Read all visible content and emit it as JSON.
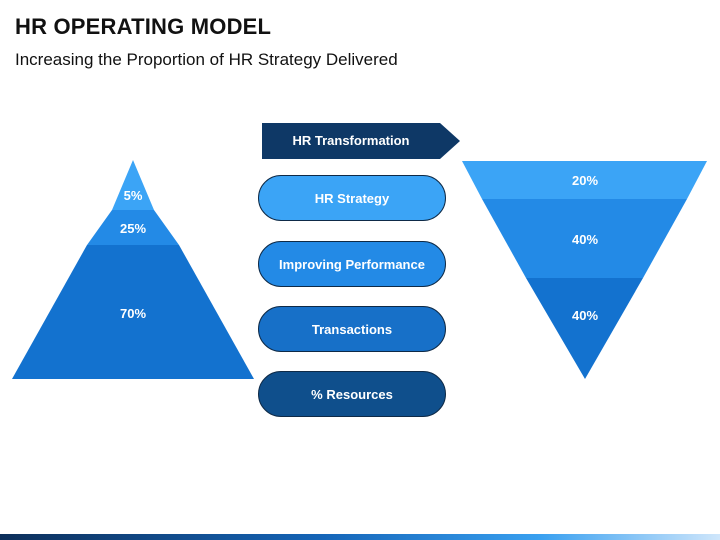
{
  "header": {
    "title": "HR OPERATING MODEL",
    "subtitle": "Increasing the Proportion of HR Strategy Delivered"
  },
  "left_pyramid": {
    "segments": [
      {
        "label": "5%",
        "color": "#3ba4f6"
      },
      {
        "label": "25%",
        "color": "#238ae6"
      },
      {
        "label": "70%",
        "color": "#1372cf"
      }
    ]
  },
  "center": {
    "banner": {
      "label": "HR Transformation",
      "color": "#0e3866"
    },
    "pills": [
      {
        "label": "HR Strategy",
        "color": "#3ba4f6"
      },
      {
        "label": "Improving Performance",
        "color": "#238ae6"
      },
      {
        "label": "Transactions",
        "color": "#1770c8"
      },
      {
        "label": "% Resources",
        "color": "#0f4f8c"
      }
    ]
  },
  "right_funnel": {
    "segments": [
      {
        "label": "20%",
        "color": "#3ba4f6"
      },
      {
        "label": "40%",
        "color": "#238ae6"
      },
      {
        "label": "40%",
        "color": "#1372cf"
      }
    ]
  }
}
